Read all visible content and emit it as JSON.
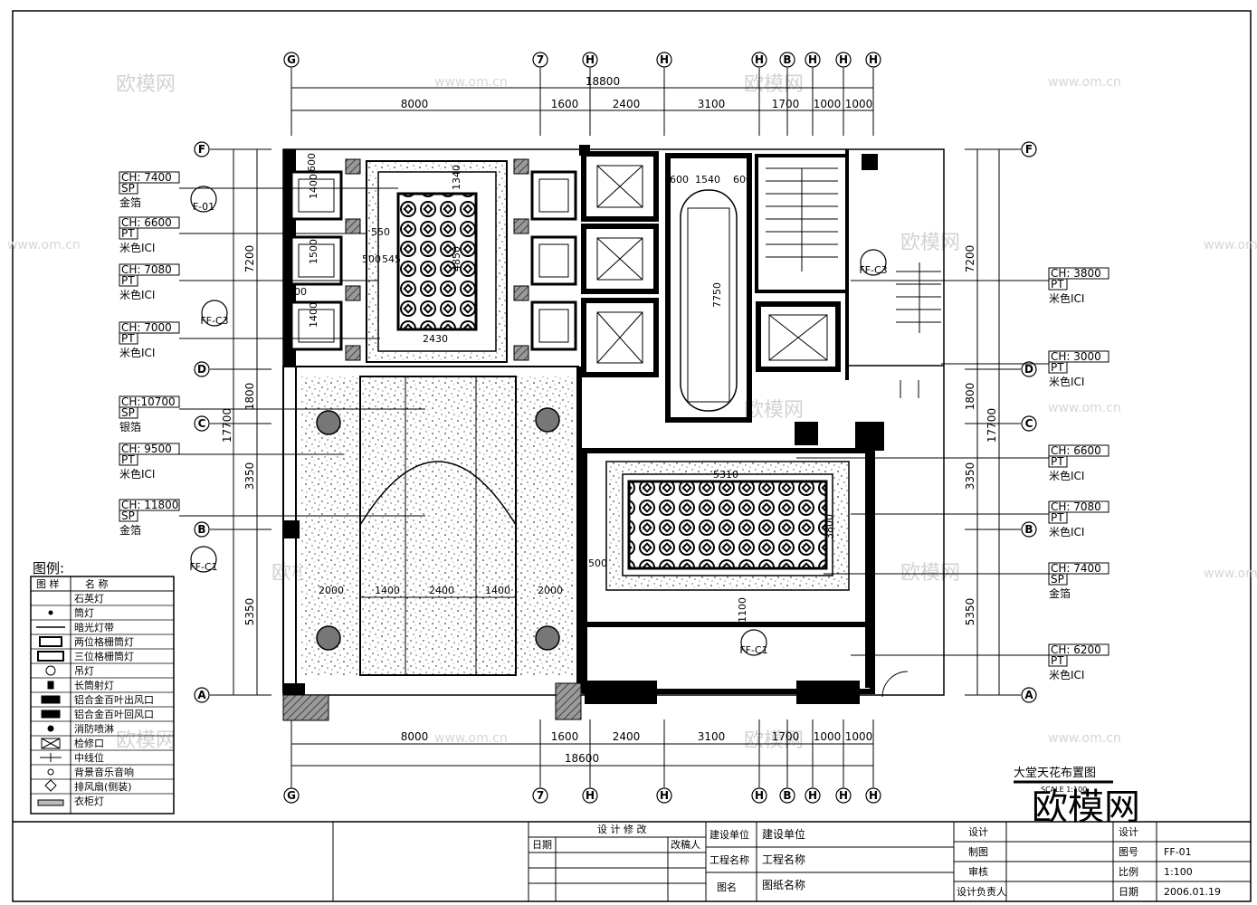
{
  "dimensions": {
    "total": "18800",
    "total_bottom": "18600",
    "top": [
      "8000",
      "1600",
      "2400",
      "3100",
      "1700",
      "1000",
      "1000"
    ],
    "bottom": [
      "8000",
      "1600",
      "2400",
      "3100",
      "1700",
      "1000",
      "1000"
    ],
    "left_total": "17700",
    "right_total": "17700",
    "left": [
      "7200",
      "1800",
      "3350",
      "5350"
    ],
    "right": [
      "7200",
      "1800",
      "3350",
      "5350"
    ],
    "inner": [
      "1400",
      "1500",
      "1400",
      "550",
      "500",
      "545",
      "600",
      "4850",
      "1340",
      "2430",
      "600",
      "1540",
      "600",
      "7750",
      "500",
      "2000",
      "1400",
      "2400",
      "1400",
      "2000",
      "5310",
      "3800",
      "1100",
      "200"
    ]
  },
  "grid_axes": {
    "top": [
      "G",
      "7",
      "H",
      "H",
      "H",
      "B",
      "H",
      "H",
      "H"
    ],
    "left": [
      "F",
      "D",
      "C",
      "B",
      "A"
    ],
    "right": [
      "F",
      "D",
      "C",
      "B",
      "A"
    ]
  },
  "sections": [
    "F-01",
    "FF-C3",
    "FF-C3",
    "FF-C1"
  ],
  "ceiling_tags_left": [
    {
      "ch": "CH: 7400",
      "code": "SP",
      "finish": "金箔"
    },
    {
      "ch": "CH: 6600",
      "code": "PT",
      "finish": "米色ICI"
    },
    {
      "ch": "CH: 7080",
      "code": "PT",
      "finish": "米色ICI"
    },
    {
      "ch": "CH: 7000",
      "code": "PT",
      "finish": "米色ICI"
    },
    {
      "ch": "CH:10700",
      "code": "SP",
      "finish": "银箔"
    },
    {
      "ch": "CH: 9500",
      "code": "PT",
      "finish": "米色ICI"
    },
    {
      "ch": "CH: 11800",
      "code": "SP",
      "finish": "金箔"
    }
  ],
  "ceiling_tags_right": [
    {
      "ch": "CH: 3800",
      "code": "PT",
      "finish": "米色ICI"
    },
    {
      "ch": "CH: 3000",
      "code": "PT",
      "finish": "米色ICI"
    },
    {
      "ch": "CH: 6600",
      "code": "PT",
      "finish": "米色ICI"
    },
    {
      "ch": "CH: 7080",
      "code": "PT",
      "finish": "米色ICI"
    },
    {
      "ch": "CH: 7400",
      "code": "SP",
      "finish": "金箔"
    },
    {
      "ch": "CH: 6200",
      "code": "PT",
      "finish": "米色ICI"
    }
  ],
  "legend": {
    "title": "图例:",
    "col_symbol": "图 样",
    "col_name": "名  称",
    "items": [
      "石英灯",
      "筒灯",
      "暗光灯带",
      "两位格栅筒灯",
      "三位格栅筒灯",
      "吊灯",
      "长筒射灯",
      "铝合金百叶出风口",
      "铝合金百叶回风口",
      "消防喷淋",
      "检修口",
      "中线位",
      "背景音乐音响",
      "排风扇(侧装)",
      "衣柜灯"
    ]
  },
  "drawing_title": "大堂天花布置图",
  "drawing_scale": "SCALE 1:100",
  "watermark": {
    "logo": "欧模网",
    "url": "www.om.cn"
  },
  "title_block": {
    "revision_header": "设 计 修 改",
    "date_label": "日期",
    "reviser_label": "改稿人",
    "client_label": "建设单位",
    "client_value": "建设单位",
    "project_label": "工程名称",
    "project_value": "工程名称",
    "drawing_label": "图名",
    "drawing_value": "图纸名称",
    "design": "设计",
    "draw": "制图",
    "review": "审核",
    "chief": "设计负责人",
    "design2": "设计",
    "sheet_label": "图号",
    "sheet_value": "FF-01",
    "scale_label": "比例",
    "scale_value": "1:100",
    "date2_label": "日期",
    "date2_value": "2006.01.19"
  }
}
